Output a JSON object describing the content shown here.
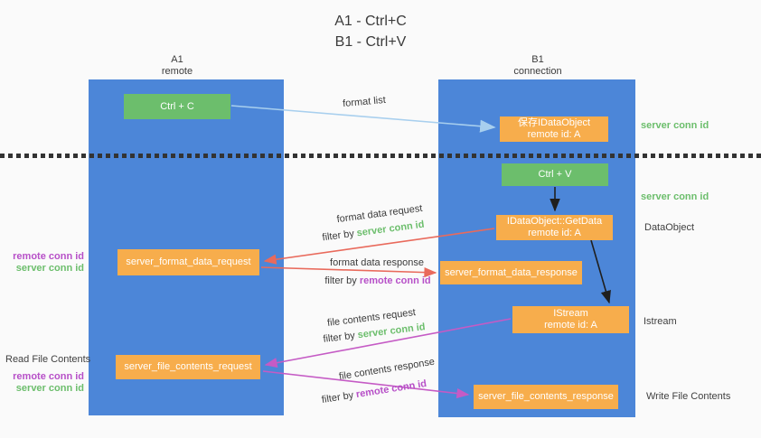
{
  "title": {
    "line1": "A1 - Ctrl+C",
    "line2": "B1 - Ctrl+V"
  },
  "lanes": {
    "left": {
      "title": "A1",
      "subtitle": "remote"
    },
    "right": {
      "title": "B1",
      "subtitle": "connection"
    }
  },
  "nodes": {
    "ctrl_c": {
      "label": "Ctrl + C"
    },
    "ctrl_v": {
      "label": "Ctrl + V"
    },
    "save_dataobject": {
      "line1": "保存IDataObject",
      "line2": "remote id: A"
    },
    "getdata": {
      "line1": "IDataObject::GetData",
      "line2": "remote id: A"
    },
    "istream": {
      "line1": "IStream",
      "line2": "remote id: A"
    },
    "server_format_data_request": {
      "label": "server_format_data_request"
    },
    "server_format_data_response": {
      "label": "server_format_data_response"
    },
    "server_file_contents_request": {
      "label": "server_file_contents_request"
    },
    "server_file_contents_response": {
      "label": "server_file_contents_response"
    }
  },
  "flow_labels": {
    "format_list": "format list",
    "format_data_request": "format data request",
    "format_data_response": "format data response",
    "file_contents_request": "file contents request",
    "file_contents_response": "file contents response",
    "filter_by": "filter by",
    "server_conn_id": "server conn id",
    "remote_conn_id": "remote conn id"
  },
  "annotations": {
    "server_conn_id_top": "server conn id",
    "server_conn_id_mid": "server conn id",
    "dataobject": "DataObject",
    "istream": "Istream",
    "read_file_contents": "Read File Contents",
    "write_file_contents": "Write File Contents",
    "remote_conn_id": "remote conn id",
    "server_conn_id": "server conn id"
  },
  "colors": {
    "lane_blue": "#4C86D8",
    "node_green": "#6CBE6C",
    "node_orange": "#F7AD4C",
    "arrow_light_blue": "#A8CFEE",
    "arrow_red": "#E96A5C",
    "arrow_magenta": "#C55BC5",
    "arrow_black": "#1f1f1f",
    "text_green": "#6CBE6C",
    "text_purple": "#B750C8",
    "text_dark": "#3b3b3b",
    "dotted_line": "#333333"
  }
}
